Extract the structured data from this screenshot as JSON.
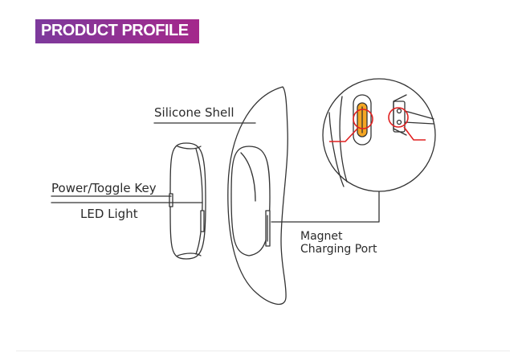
{
  "header": {
    "title": "PRODUCT PROFILE"
  },
  "labels": {
    "silicone_shell": "Silicone Shell",
    "power_toggle_key": "Power/Toggle Key",
    "led_light": "LED Light",
    "magnet": "Magnet",
    "charging_port": "Charging Port"
  },
  "colors": {
    "banner_start": "#7d3a9c",
    "banner_end": "#a4288b",
    "highlight_red": "#e02020",
    "port_orange": "#f5a623",
    "line": "#333333"
  }
}
